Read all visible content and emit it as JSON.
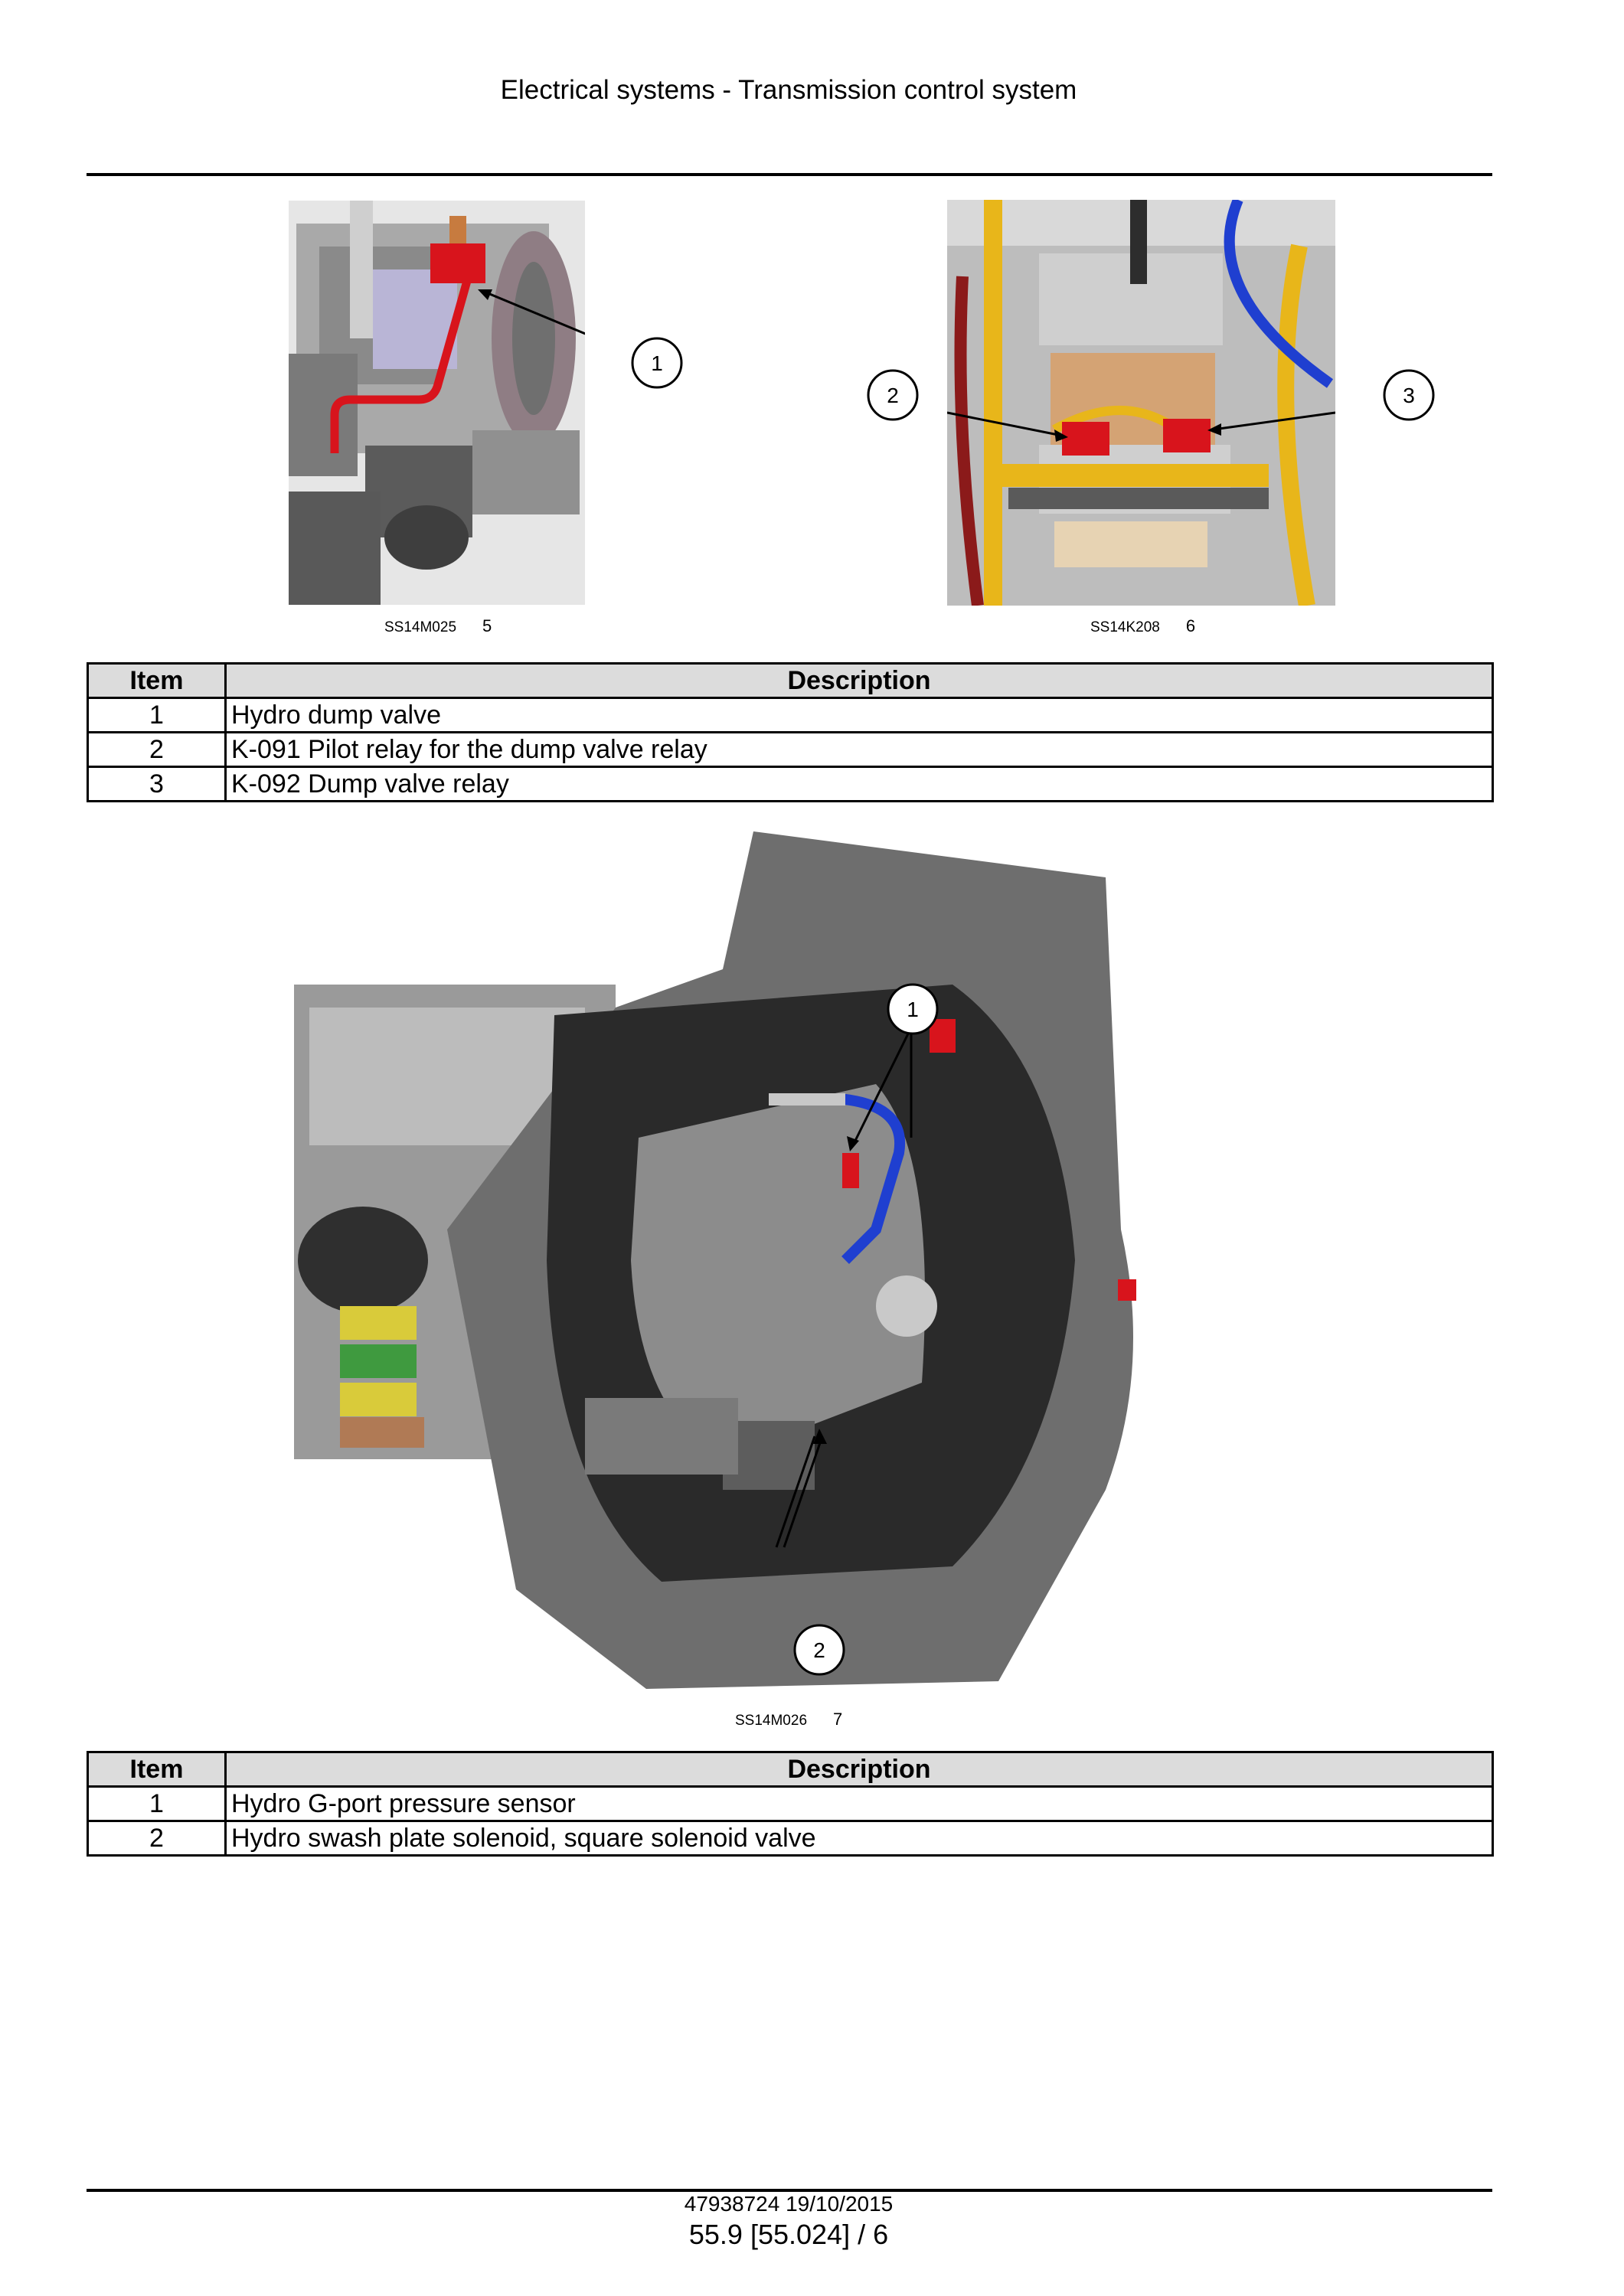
{
  "header": {
    "title": "Electrical systems - Transmission control system"
  },
  "figures": [
    {
      "code": "SS14M025",
      "number": "5",
      "callouts": [
        "1"
      ]
    },
    {
      "code": "SS14K208",
      "number": "6",
      "callouts": [
        "2",
        "3"
      ]
    },
    {
      "code": "SS14M026",
      "number": "7",
      "callouts": [
        "1",
        "2"
      ]
    }
  ],
  "table1": {
    "headers": {
      "item": "Item",
      "description": "Description"
    },
    "rows": [
      {
        "item": "1",
        "description": "Hydro dump valve"
      },
      {
        "item": "2",
        "description": "K-091 Pilot relay for the dump valve relay"
      },
      {
        "item": "3",
        "description": "K-092 Dump valve relay"
      }
    ]
  },
  "table2": {
    "headers": {
      "item": "Item",
      "description": "Description"
    },
    "rows": [
      {
        "item": "1",
        "description": "Hydro G-port pressure sensor"
      },
      {
        "item": "2",
        "description": "Hydro swash plate solenoid, square solenoid valve"
      }
    ]
  },
  "footer": {
    "doc_id": "47938724 19/10/2015",
    "page": "55.9 [55.024] / 6"
  },
  "colors": {
    "highlight_red": "#d8141c",
    "harness_yellow": "#e8b61a",
    "hose_blue": "#1f3fd0",
    "casting_grey": "#6e6e6e"
  }
}
